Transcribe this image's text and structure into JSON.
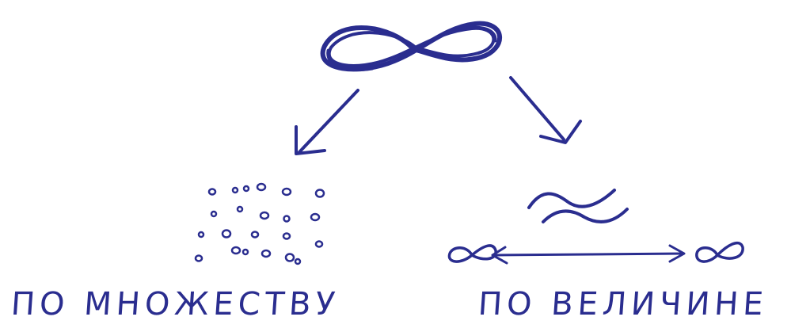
{
  "ink_color": "#2a2d8f",
  "background_color": "#ffffff",
  "symbols": {
    "top": "infinity-symbol",
    "right_middle": "approximately-equal-sign",
    "right_ends": "infinity-symbol"
  },
  "labels": {
    "left": "ПО МНОЖЕСТВУ",
    "right": "ПО ВЕЛИЧИНЕ"
  }
}
